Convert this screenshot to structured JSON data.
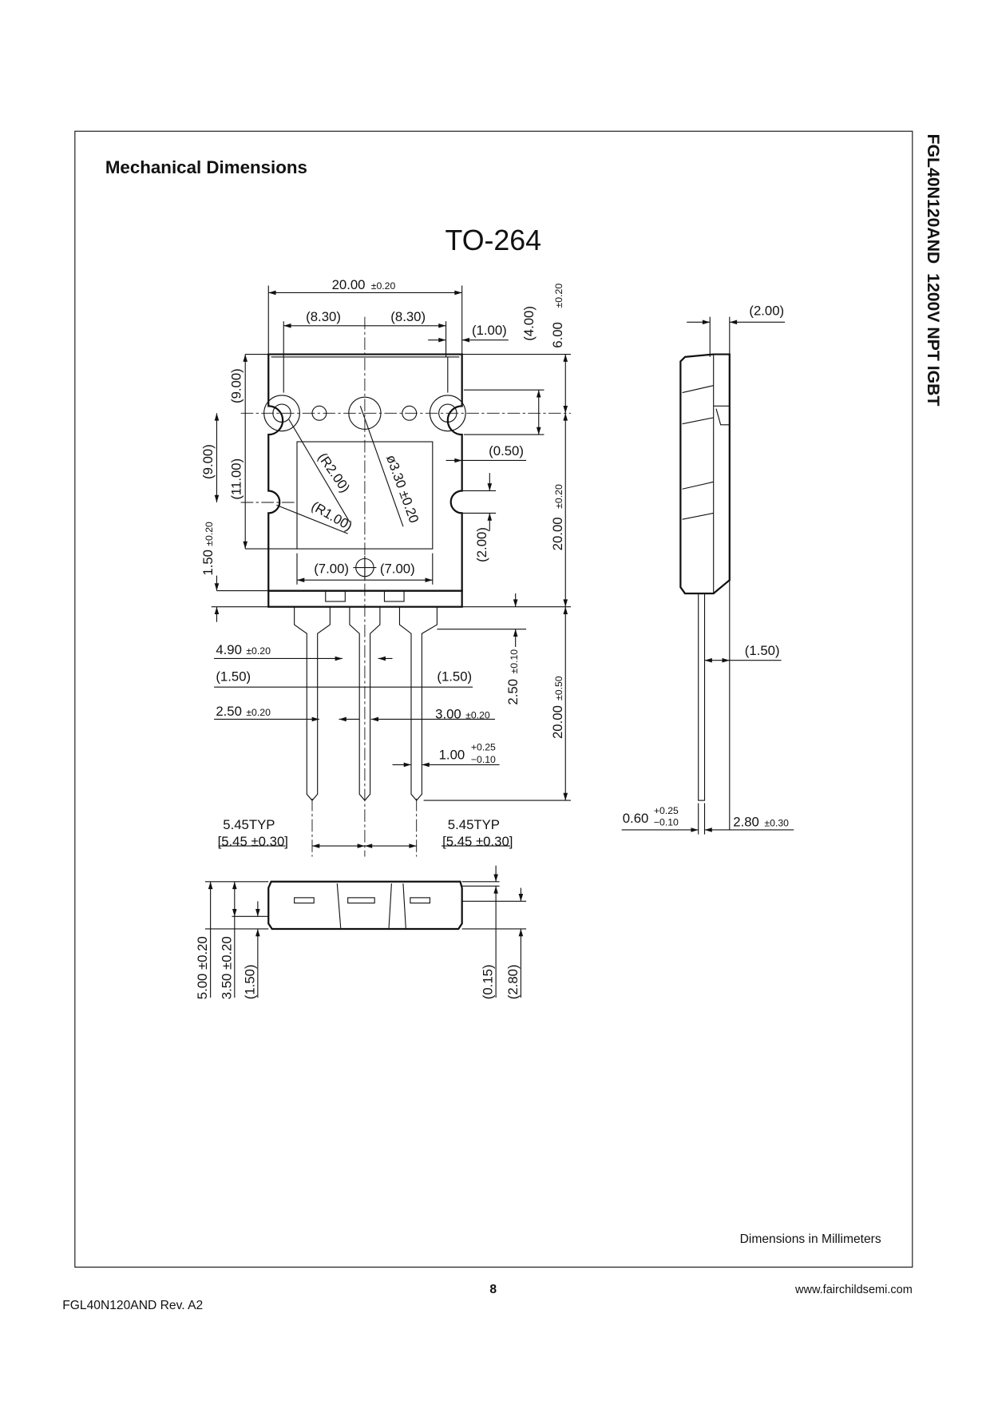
{
  "header": {
    "section_title": "Mechanical Dimensions",
    "side_title": "FGL40N120AND  1200V NPT IGBT"
  },
  "drawing": {
    "package": "TO-264",
    "dims": {
      "width_top": "20.00",
      "width_top_tol": "±0.20",
      "hole_left": "(8.30)",
      "hole_right": "(8.30)",
      "edge_1": "(1.00)",
      "v_4": "(4.00)",
      "v_6": "6.00",
      "v_6_tol": "±0.20",
      "v_9a": "(9.00)",
      "v_9b": "(9.00)",
      "v_11": "(11.00)",
      "v_150": "1.50",
      "v_150_tol": "±0.20",
      "r2": "(R2.00)",
      "dia": "ø3.30 ±0.20",
      "r1": "(R1.00)",
      "d050": "(0.50)",
      "v_200": "(2.00)",
      "v_body": "20.00",
      "v_body_tol": "±0.20",
      "w7a": "(7.00)",
      "w7b": "(7.00)",
      "d490": "4.90",
      "d490_tol": "±0.20",
      "d150a": "(1.50)",
      "d150b": "(1.50)",
      "d250": "2.50",
      "d250_tol": "±0.20",
      "d300": "3.00",
      "d300_tol": "±0.20",
      "v_250": "2.50",
      "v_250_tol": "±0.10",
      "v_lead": "20.00",
      "v_lead_tol": "±0.50",
      "d100": "1.00",
      "d100_plus": "+0.25",
      "d100_minus": "−0.10",
      "pitch_a": "5.45TYP",
      "pitch_a2": "[5.45 ±0.30]",
      "pitch_b": "5.45TYP",
      "pitch_b2": "[5.45 ±0.30]",
      "side_200": "(2.00)",
      "side_150": "(1.50)",
      "side_060": "0.60",
      "side_060_plus": "+0.25",
      "side_060_minus": "−0.10",
      "side_280": "2.80",
      "side_280_tol": "±0.30",
      "b500": "5.00 ±0.20",
      "b350": "3.50 ±0.20",
      "b150": "(1.50)",
      "b015": "(0.15)",
      "b280": "(2.80)"
    },
    "units_note": "Dimensions in Millimeters"
  },
  "footer": {
    "page_number": "8",
    "website": "www.fairchildsemi.com",
    "doc_rev": "FGL40N120AND Rev. A2"
  }
}
